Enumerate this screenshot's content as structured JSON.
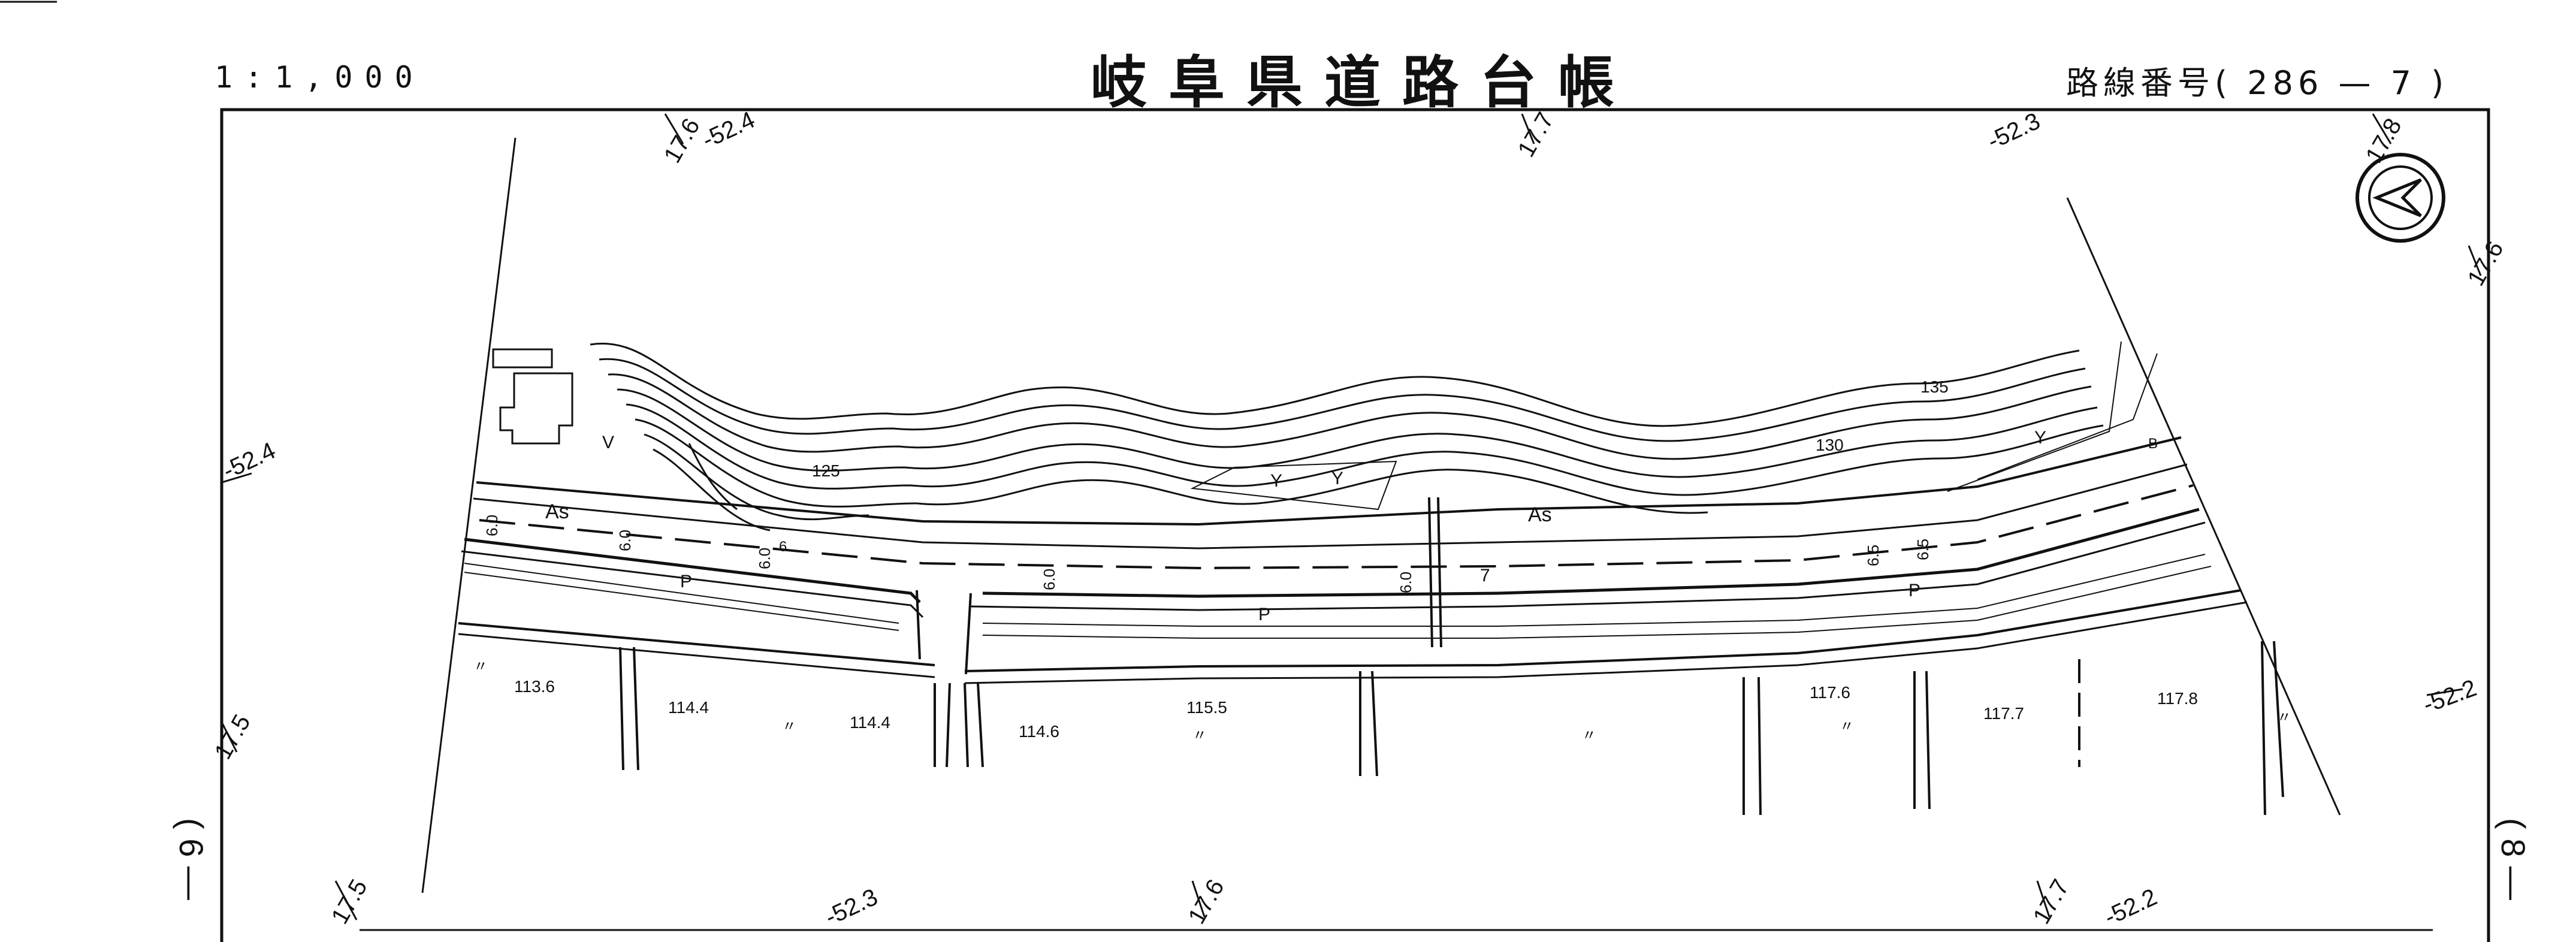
{
  "header": {
    "scale": "1:1,000",
    "title": "岐阜県道路台帳",
    "route_label": "路線番号",
    "route_number": "( 286 — 7 )"
  },
  "map": {
    "neighbor_sheets": {
      "left": "( 6 —",
      "right": "( 8 —"
    },
    "grid_ticks": [
      "17.6",
      "-52.4",
      "17.7",
      "-52.3",
      "17.8",
      "17.6",
      "-52.4",
      "-52.2",
      "17.5",
      "17.5",
      "-52.3",
      "17.6",
      "17.7",
      "-52.2"
    ],
    "contours": [
      "125",
      "130",
      "135"
    ],
    "surfaces": [
      "As",
      "As"
    ],
    "parking": [
      "P",
      "P",
      "P"
    ],
    "widths": [
      "6.0",
      "6.0",
      "6.0",
      "6.0",
      "6.0",
      "6.5",
      "6.5"
    ],
    "lot_numbers": [
      "113.6",
      "114.4",
      "114.4",
      "114.6",
      "115.5",
      "117.6",
      "117.7",
      "117.8"
    ],
    "lot_ditto": "〃",
    "symbols": [
      "V",
      "Y",
      "Y",
      "Y",
      "B",
      "7",
      "6"
    ],
    "north_arrow": "north-arrow"
  }
}
